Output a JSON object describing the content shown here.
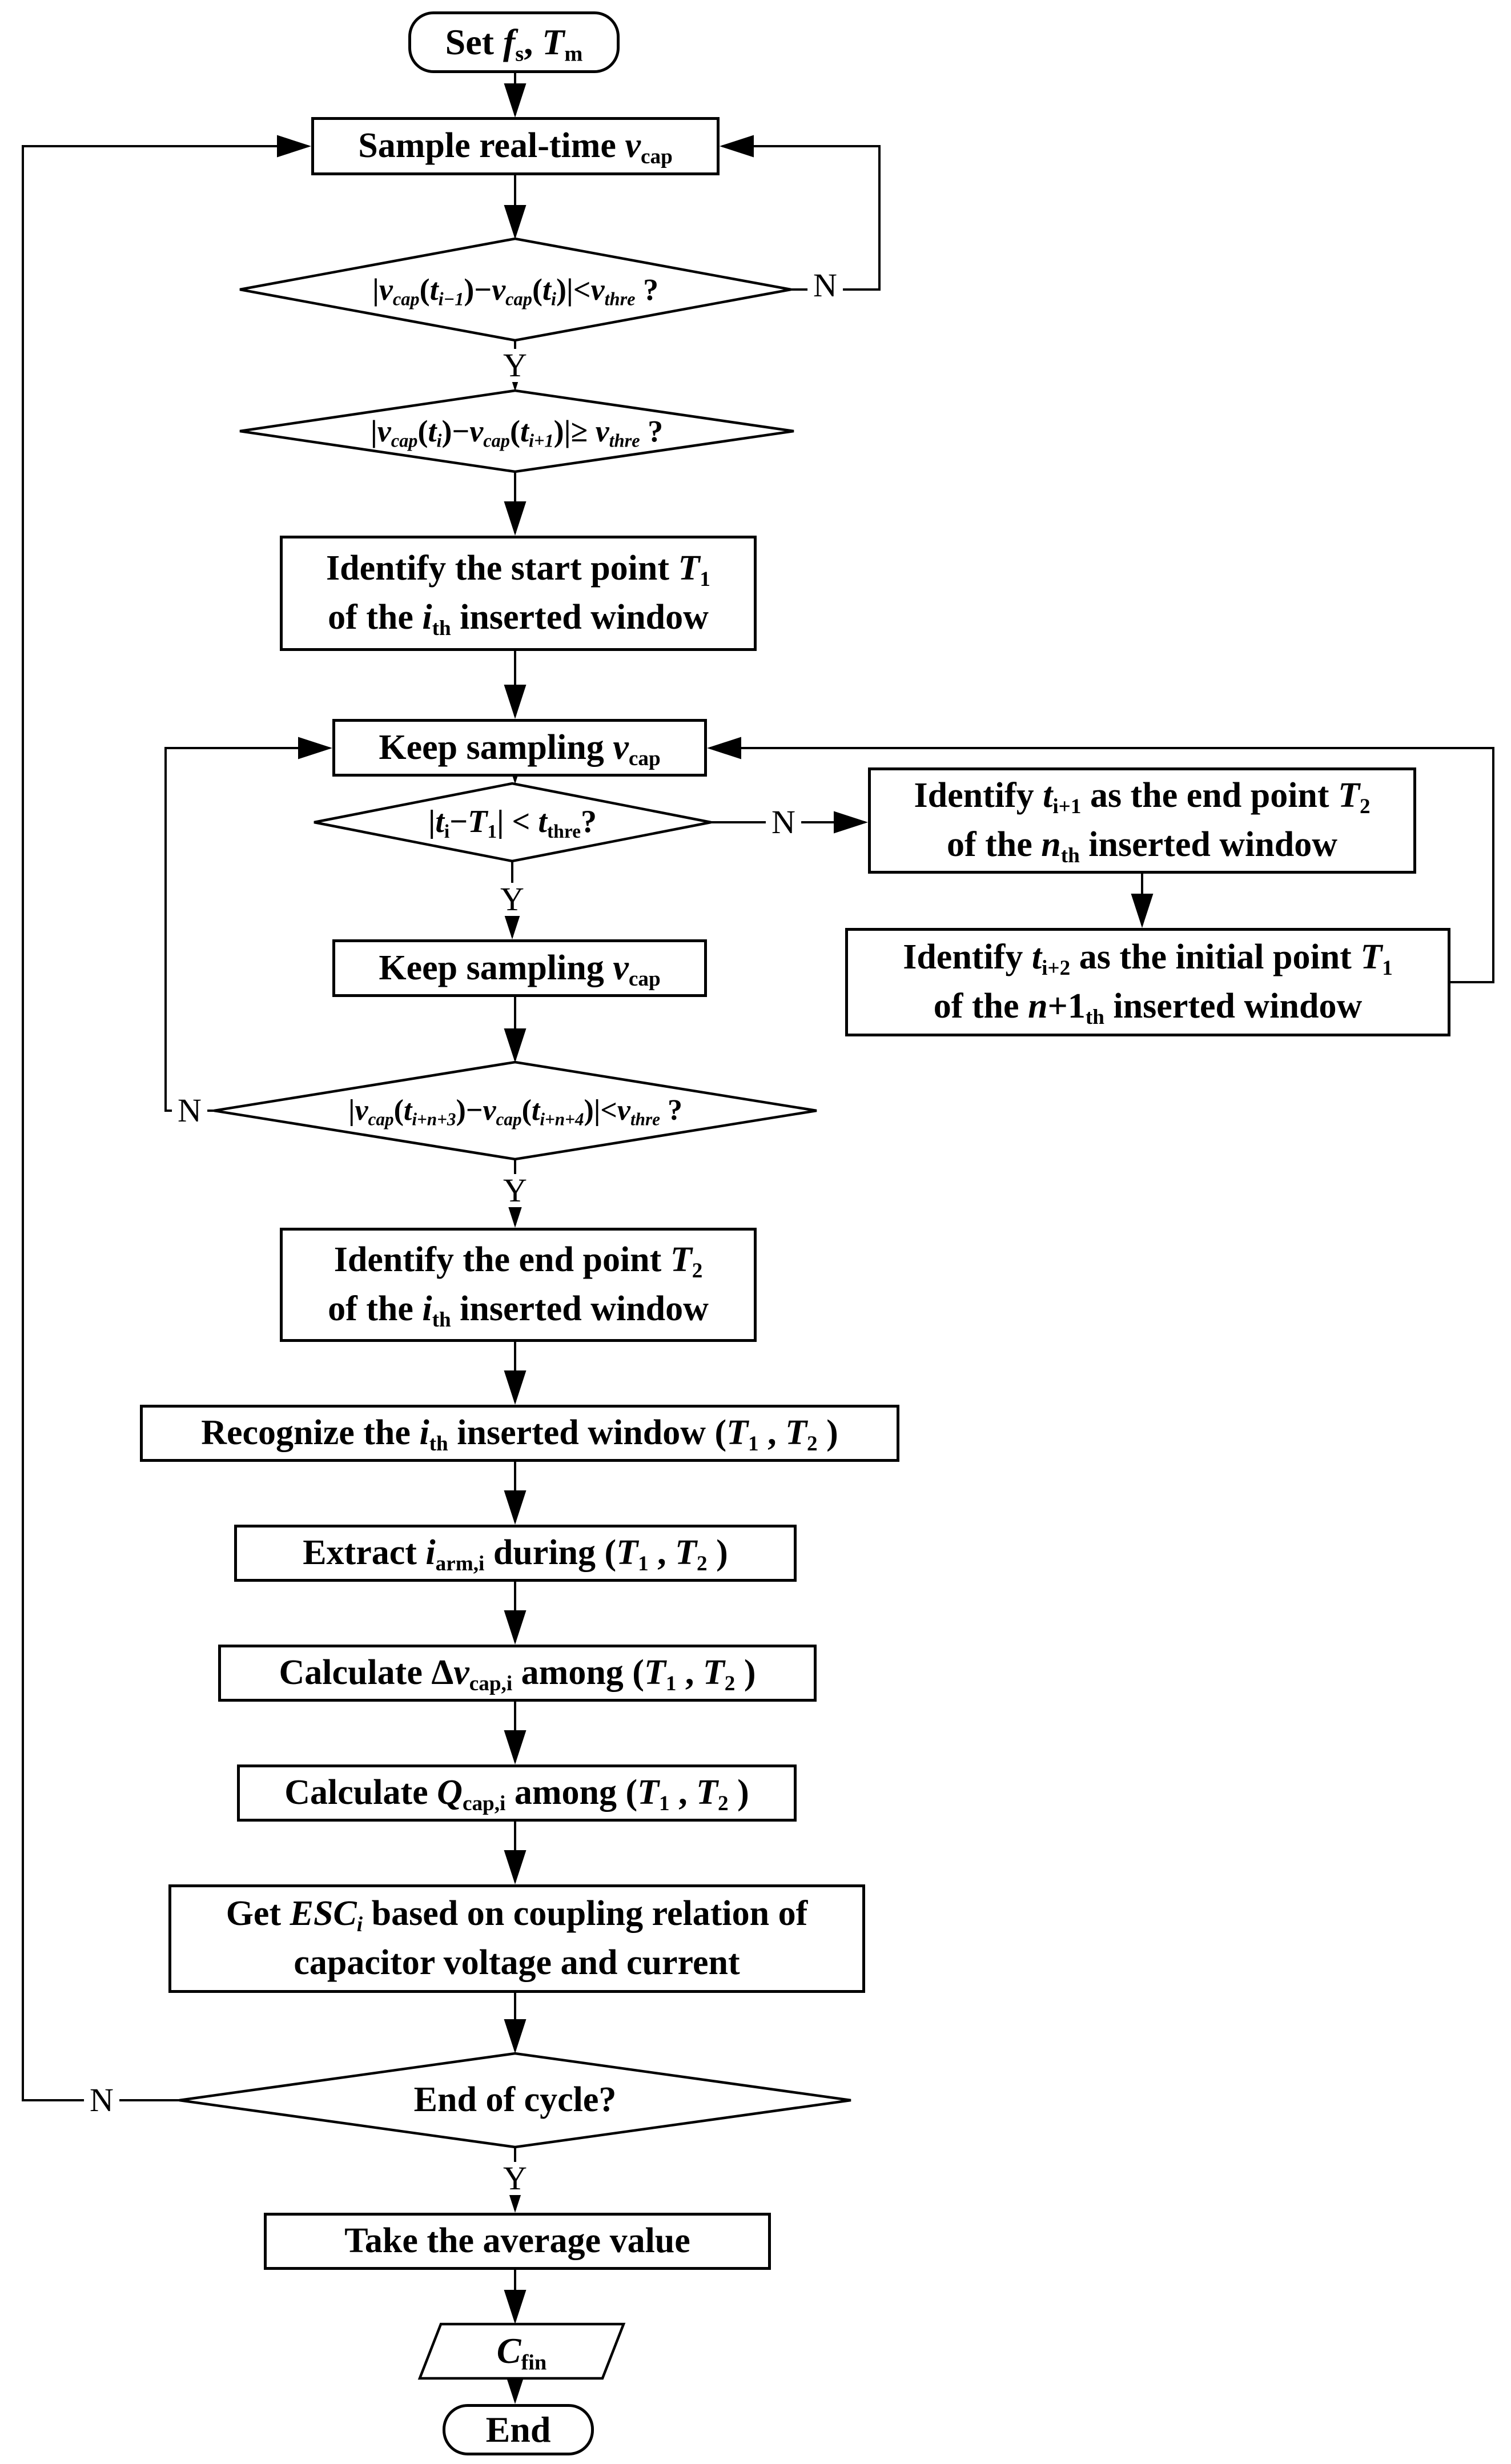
{
  "colors": {
    "ink": "#000000",
    "background": "#ffffff"
  },
  "nodes": {
    "start": {
      "shape": "terminator",
      "label": [
        [
          [
            "b",
            "Set "
          ],
          [
            "bi",
            "f"
          ],
          [
            "sub",
            "s"
          ],
          [
            "b",
            ", "
          ],
          [
            "bi",
            "T"
          ],
          [
            "sub",
            "m"
          ]
        ]
      ]
    },
    "sample": {
      "shape": "process",
      "label": [
        [
          [
            "b",
            "Sample real-time "
          ],
          [
            "bi",
            "v"
          ],
          [
            "sub",
            "cap"
          ]
        ]
      ]
    },
    "check_flat": {
      "shape": "decision",
      "label": [
        [
          [
            "b",
            "|"
          ],
          [
            "bi",
            "v"
          ],
          [
            "isub",
            "cap"
          ],
          [
            "b",
            "("
          ],
          [
            "bi",
            "t"
          ],
          [
            "isub",
            "i−1"
          ],
          [
            "b",
            ")−"
          ],
          [
            "bi",
            "v"
          ],
          [
            "isub",
            "cap"
          ],
          [
            "b",
            "("
          ],
          [
            "bi",
            "t"
          ],
          [
            "isub",
            "i"
          ],
          [
            "b",
            ")|<"
          ],
          [
            "bi",
            "v"
          ],
          [
            "isub",
            "thre"
          ],
          [
            "b",
            " ?"
          ]
        ]
      ]
    },
    "check_jump": {
      "shape": "decision",
      "label": [
        [
          [
            "b",
            "|"
          ],
          [
            "bi",
            "v"
          ],
          [
            "isub",
            "cap"
          ],
          [
            "b",
            "("
          ],
          [
            "bi",
            "t"
          ],
          [
            "isub",
            "i"
          ],
          [
            "b",
            ")−"
          ],
          [
            "bi",
            "v"
          ],
          [
            "isub",
            "cap"
          ],
          [
            "b",
            "("
          ],
          [
            "bi",
            "t"
          ],
          [
            "isub",
            "i+1"
          ],
          [
            "b",
            ")|≥ "
          ],
          [
            "bi",
            "v"
          ],
          [
            "isub",
            "thre"
          ],
          [
            "b",
            " ?"
          ]
        ]
      ]
    },
    "identify_start": {
      "shape": "process",
      "label": [
        [
          [
            "b",
            "Identify the start point "
          ],
          [
            "bi",
            "T"
          ],
          [
            "sub",
            "1"
          ]
        ],
        [
          [
            "b",
            "of the "
          ],
          [
            "bi",
            "i"
          ],
          [
            "sub",
            "th"
          ],
          [
            "b",
            " inserted window"
          ]
        ]
      ]
    },
    "keep_sampling_1": {
      "shape": "process",
      "label": [
        [
          [
            "b",
            "Keep sampling "
          ],
          [
            "bi",
            "v"
          ],
          [
            "sub",
            "cap"
          ]
        ]
      ]
    },
    "check_duration": {
      "shape": "decision",
      "label": [
        [
          [
            "b",
            "|"
          ],
          [
            "bi",
            "t"
          ],
          [
            "sub",
            "i"
          ],
          [
            "b",
            "−"
          ],
          [
            "bi",
            "T"
          ],
          [
            "sub",
            "1"
          ],
          [
            "b",
            "| < "
          ],
          [
            "bi",
            "t"
          ],
          [
            "sub",
            "thre"
          ],
          [
            "b",
            "?"
          ]
        ]
      ]
    },
    "identify_end_n": {
      "shape": "process",
      "label": [
        [
          [
            "b",
            "Identify "
          ],
          [
            "bi",
            "t"
          ],
          [
            "sub",
            "i+1"
          ],
          [
            "b",
            " as the end point "
          ],
          [
            "bi",
            "T"
          ],
          [
            "sub",
            "2"
          ]
        ],
        [
          [
            "b",
            "of the "
          ],
          [
            "bi",
            "n"
          ],
          [
            "sub",
            "th"
          ],
          [
            "b",
            " inserted window"
          ]
        ]
      ]
    },
    "identify_initial_n1": {
      "shape": "process",
      "label": [
        [
          [
            "b",
            "Identify "
          ],
          [
            "bi",
            "t"
          ],
          [
            "sub",
            "i+2"
          ],
          [
            "b",
            " as the initial point "
          ],
          [
            "bi",
            "T"
          ],
          [
            "sub",
            "1"
          ]
        ],
        [
          [
            "b",
            "of the "
          ],
          [
            "bi",
            "n"
          ],
          [
            "b",
            "+1"
          ],
          [
            "sub",
            "th"
          ],
          [
            "b",
            " inserted window"
          ]
        ]
      ]
    },
    "keep_sampling_2": {
      "shape": "process",
      "label": [
        [
          [
            "b",
            "Keep sampling "
          ],
          [
            "bi",
            "v"
          ],
          [
            "sub",
            "cap"
          ]
        ]
      ]
    },
    "check_flat_2": {
      "shape": "decision",
      "label": [
        [
          [
            "b",
            "|"
          ],
          [
            "bi",
            "v"
          ],
          [
            "isub",
            "cap"
          ],
          [
            "b",
            "("
          ],
          [
            "bi",
            "t"
          ],
          [
            "isub",
            "i+n+3"
          ],
          [
            "b",
            ")−"
          ],
          [
            "bi",
            "v"
          ],
          [
            "isub",
            "cap"
          ],
          [
            "b",
            "("
          ],
          [
            "bi",
            "t"
          ],
          [
            "isub",
            "i+n+4"
          ],
          [
            "b",
            ")|<"
          ],
          [
            "bi",
            "v"
          ],
          [
            "isub",
            "thre"
          ],
          [
            "b",
            " ?"
          ]
        ]
      ]
    },
    "identify_end": {
      "shape": "process",
      "label": [
        [
          [
            "b",
            "Identify the end point "
          ],
          [
            "bi",
            "T"
          ],
          [
            "sub",
            "2"
          ]
        ],
        [
          [
            "b",
            "of the "
          ],
          [
            "bi",
            "i"
          ],
          [
            "sub",
            "th"
          ],
          [
            "b",
            " inserted window"
          ]
        ]
      ]
    },
    "recognize": {
      "shape": "process",
      "label": [
        [
          [
            "b",
            "Recognize the "
          ],
          [
            "bi",
            "i"
          ],
          [
            "sub",
            "th"
          ],
          [
            "b",
            " inserted window ("
          ],
          [
            "bi",
            "T"
          ],
          [
            "sub",
            "1"
          ],
          [
            "b",
            " , "
          ],
          [
            "bi",
            "T"
          ],
          [
            "sub",
            "2"
          ],
          [
            "b",
            " )"
          ]
        ]
      ]
    },
    "extract": {
      "shape": "process",
      "label": [
        [
          [
            "b",
            "Extract "
          ],
          [
            "bi",
            "i"
          ],
          [
            "sub",
            "arm,i"
          ],
          [
            "b",
            " during ("
          ],
          [
            "bi",
            "T"
          ],
          [
            "sub",
            "1"
          ],
          [
            "b",
            " , "
          ],
          [
            "bi",
            "T"
          ],
          [
            "sub",
            "2"
          ],
          [
            "b",
            " )"
          ]
        ]
      ]
    },
    "calc_dv": {
      "shape": "process",
      "label": [
        [
          [
            "b",
            "Calculate Δ"
          ],
          [
            "bi",
            "v"
          ],
          [
            "sub",
            "cap,i"
          ],
          [
            "b",
            " among ("
          ],
          [
            "bi",
            "T"
          ],
          [
            "sub",
            "1"
          ],
          [
            "b",
            " , "
          ],
          [
            "bi",
            "T"
          ],
          [
            "sub",
            "2"
          ],
          [
            "b",
            " )"
          ]
        ]
      ]
    },
    "calc_q": {
      "shape": "process",
      "label": [
        [
          [
            "b",
            "Calculate "
          ],
          [
            "bi",
            "Q"
          ],
          [
            "sub",
            "cap,i"
          ],
          [
            "b",
            " among ("
          ],
          [
            "bi",
            "T"
          ],
          [
            "sub",
            "1"
          ],
          [
            "b",
            " , "
          ],
          [
            "bi",
            "T"
          ],
          [
            "sub",
            "2"
          ],
          [
            "b",
            " )"
          ]
        ]
      ]
    },
    "get_esc": {
      "shape": "process",
      "label": [
        [
          [
            "b",
            "Get "
          ],
          [
            "bi",
            "ESC"
          ],
          [
            "isub",
            "i"
          ],
          [
            "b",
            " based on coupling relation of"
          ]
        ],
        [
          [
            "b",
            "capacitor voltage and current"
          ]
        ]
      ]
    },
    "end_of_cycle": {
      "shape": "decision",
      "label": [
        [
          [
            "b",
            "End of cycle?"
          ]
        ]
      ]
    },
    "take_avg": {
      "shape": "process",
      "label": [
        [
          [
            "b",
            "Take the average value"
          ]
        ]
      ]
    },
    "c_fin": {
      "shape": "data",
      "label": [
        [
          [
            "bi",
            "C"
          ],
          [
            "sub",
            "fin"
          ]
        ]
      ]
    },
    "end": {
      "shape": "terminator",
      "label": [
        [
          [
            "b",
            "End"
          ]
        ]
      ]
    }
  },
  "branches": {
    "check_flat_no": "N",
    "check_flat_yes": "Y",
    "check_duration_no": "N",
    "check_duration_yes": "Y",
    "check_flat_2_no": "N",
    "check_flat_2_yes": "Y",
    "end_of_cycle_no": "N",
    "end_of_cycle_yes": "Y"
  }
}
